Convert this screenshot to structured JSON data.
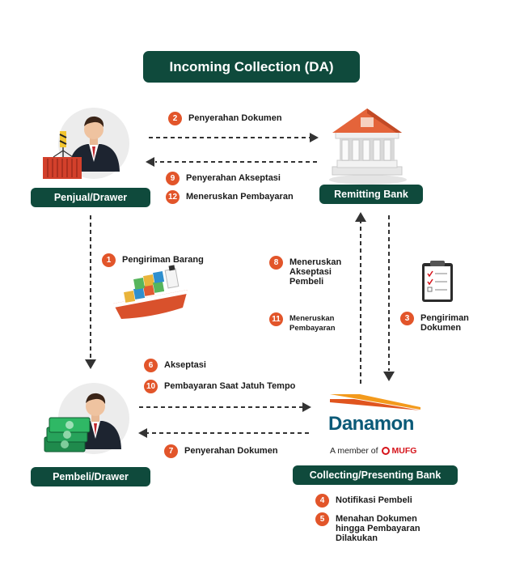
{
  "title": "Incoming Collection (DA)",
  "parties": {
    "seller": "Penjual/Drawer",
    "remitting_bank": "Remitting Bank",
    "buyer": "Pembeli/Drawer",
    "collecting_bank": "Collecting/Presenting Bank"
  },
  "bank_logo": {
    "name": "Danamon",
    "member_prefix": "A member of",
    "member_group": "MUFG"
  },
  "steps": [
    {
      "num": "1",
      "text": "Pengiriman Barang"
    },
    {
      "num": "2",
      "text": "Penyerahan Dokumen"
    },
    {
      "num": "3",
      "text": "Pengiriman Dokumen"
    },
    {
      "num": "4",
      "text": "Notifikasi Pembeli"
    },
    {
      "num": "5",
      "text": "Menahan Dokumen hingga Pembayaran Dilakukan"
    },
    {
      "num": "6",
      "text": "Akseptasi"
    },
    {
      "num": "7",
      "text": "Penyerahan Dokumen"
    },
    {
      "num": "8",
      "text": "Meneruskan Akseptasi Pembeli"
    },
    {
      "num": "9",
      "text": "Penyerahan Akseptasi"
    },
    {
      "num": "10",
      "text": "Pembayaran Saat Jatuh Tempo"
    },
    {
      "num": "11",
      "text": "Meneruskan Pembayaran"
    },
    {
      "num": "12",
      "text": "Meneruskan Pembayaran"
    }
  ],
  "colors": {
    "dark_green": "#0f4a3c",
    "step_orange": "#e2552a",
    "arrow": "#333333",
    "danamon_blue": "#0b5a78",
    "mufg_red": "#d6141b"
  },
  "icons": [
    "seller-avatar-icon",
    "container-icon",
    "bank-building-icon",
    "cargo-ship-icon",
    "document-checklist-icon",
    "buyer-avatar-icon",
    "money-stack-icon",
    "danamon-logo-icon"
  ]
}
